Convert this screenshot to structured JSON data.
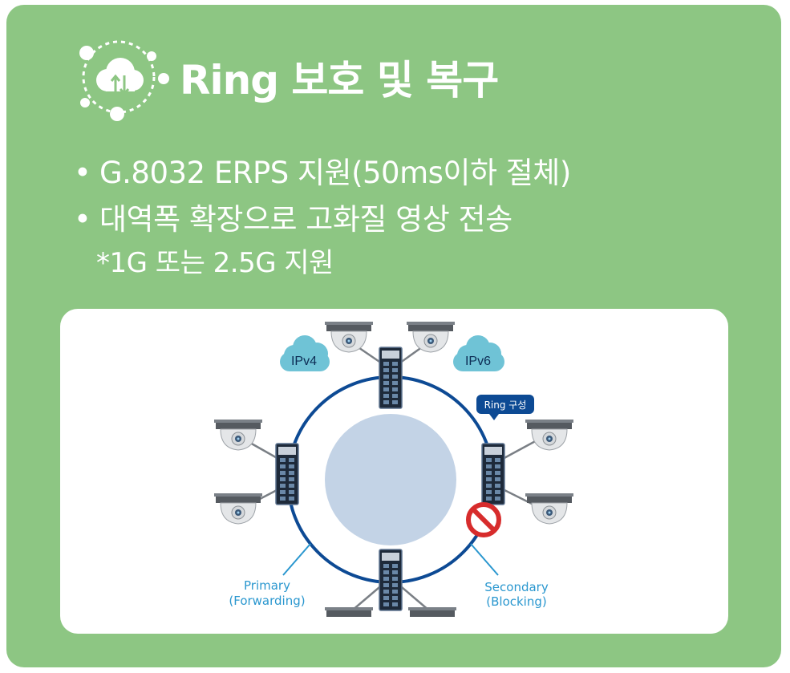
{
  "title": "Ring 보호 및 복구",
  "bullets": [
    "G.8032 ERPS 지원(50ms이하 절체)",
    "대역폭 확장으로 고화질 영상 전송"
  ],
  "note": "*1G 또는 2.5G 지원",
  "diagram": {
    "cloud_ipv4": "IPv4",
    "cloud_ipv6": "IPv6",
    "ring_badge": "Ring 구성",
    "primary_line1": "Primary",
    "primary_line2": "(Forwarding)",
    "secondary_line1": "Secondary",
    "secondary_line2": "(Blocking)"
  },
  "colors": {
    "background": "#8dc683",
    "ring": "#0d4a94",
    "label": "#2a97cf",
    "cloud": "#6fc3d6",
    "block_sign": "#d72c2c",
    "center": "#c3d3e6"
  }
}
